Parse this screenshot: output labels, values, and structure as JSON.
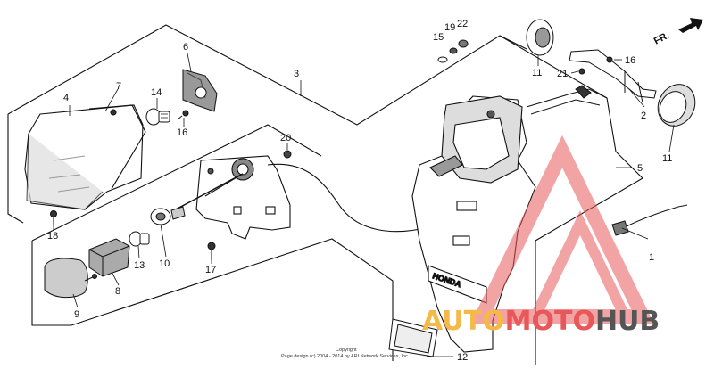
{
  "diagram": {
    "direction_label": "FR.",
    "callouts": [
      "1",
      "2",
      "3",
      "4",
      "5",
      "6",
      "7",
      "8",
      "9",
      "10",
      "11",
      "11",
      "12",
      "13",
      "14",
      "15",
      "16",
      "16",
      "17",
      "18",
      "19",
      "20",
      "21",
      "22"
    ],
    "copyright_line1": "Copyright",
    "copyright_line2": "Page design (c) 2004 - 2014 by ARI Network Services, Inc.",
    "brand_plate": "HONDA"
  },
  "watermark": {
    "part1": "AUTO",
    "part2": "MOTO",
    "part3": "HUB",
    "colors": {
      "orange": "#f5b94a",
      "red": "#e8585a",
      "gray": "#555555"
    }
  }
}
